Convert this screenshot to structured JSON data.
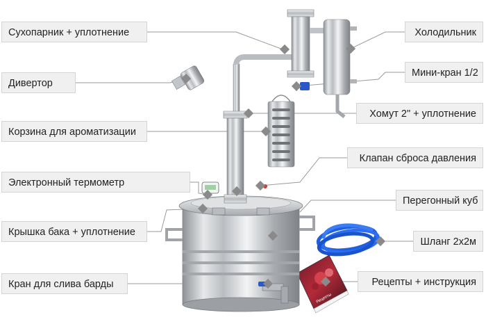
{
  "labels": {
    "sukhoparnik": "Сухопарник + уплотнение",
    "divertor": "Дивертор",
    "korzina": "Корзина для ароматизации",
    "termometr": "Электронный термометр",
    "kryshka": "Крышка бака + уплотнение",
    "kran": "Кран для слива барды",
    "kholodilnik": "Холодильник",
    "mini_kran": "Мини-кран 1/2",
    "khomut": "Хомут 2\" + уплотнение",
    "klapan": "Клапан сброса давления",
    "kub": "Перегонный куб",
    "shlang": "Шланг 2х2м",
    "recepty": "Рецепты + инструкция"
  },
  "book": {
    "subtitle": "Рецепты"
  },
  "colors": {
    "label_bg": "#f0f0f0",
    "label_border": "#d4d4d4",
    "leader_line": "#9a9a9a",
    "marker": "#8a8a8a",
    "hose": "#1f5fe0",
    "steel": "#c9ccd0",
    "valve": "#2a58c8"
  }
}
